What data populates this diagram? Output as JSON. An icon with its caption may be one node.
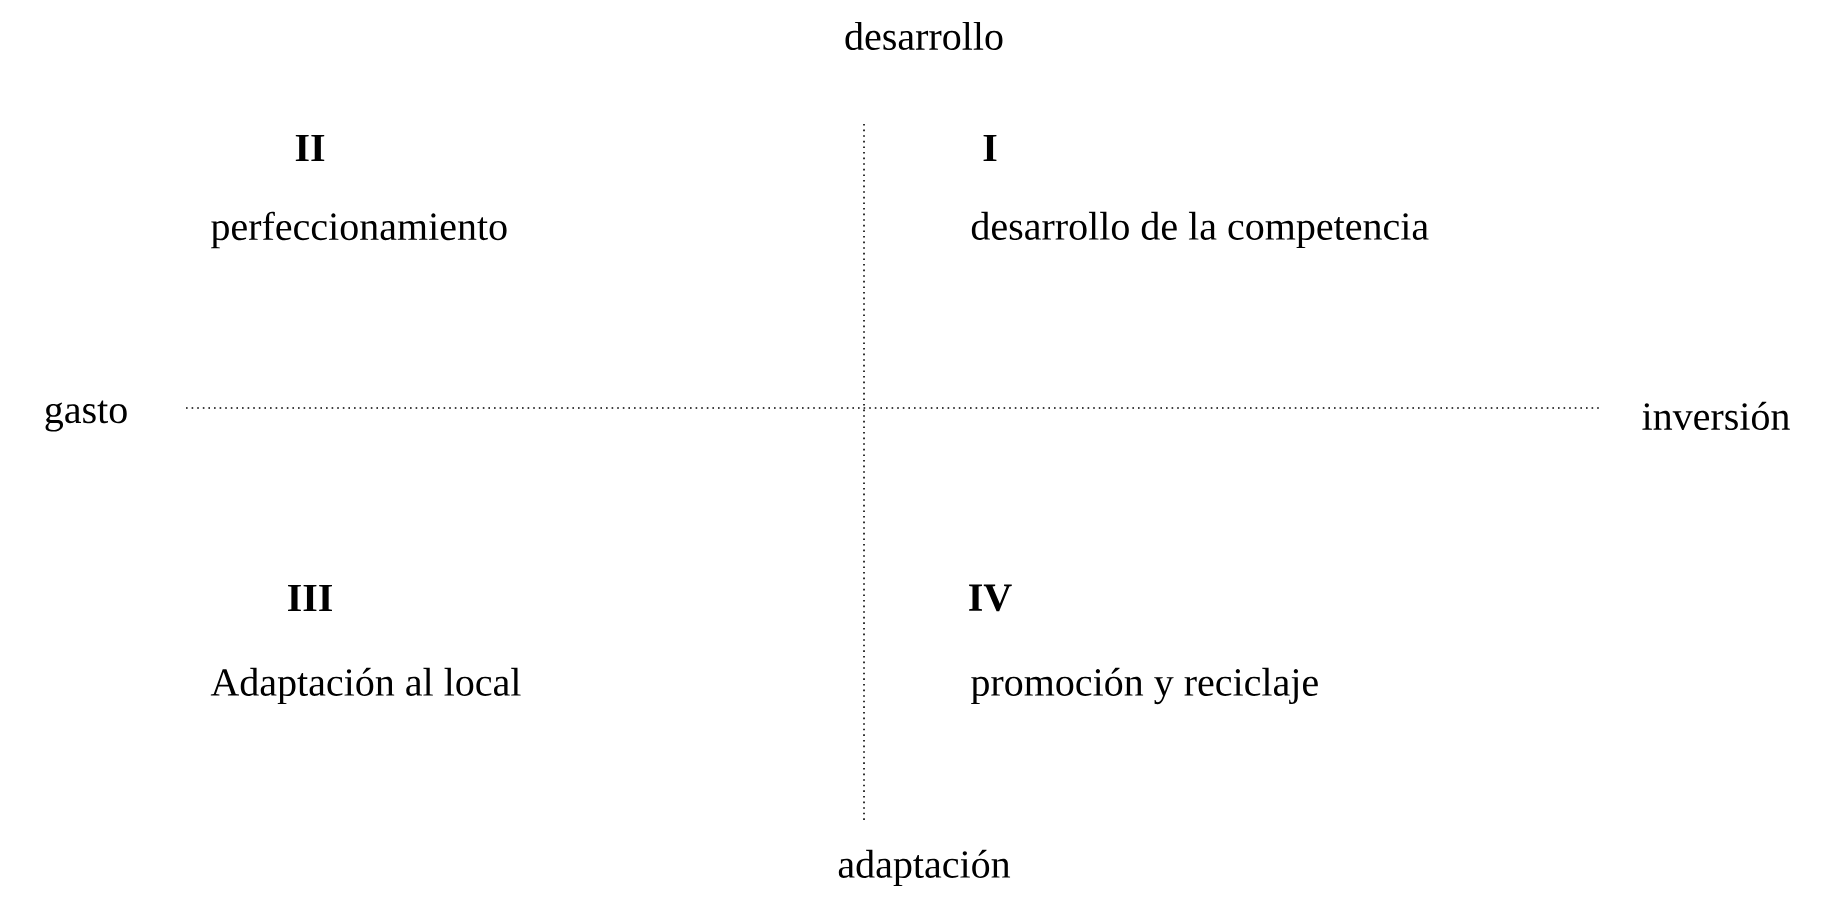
{
  "diagram": {
    "labels": [
      "desarrollo",
      "II",
      "I",
      "perfeccionamiento",
      "desarrollo de la competencia",
      "gasto",
      "inversión",
      "III",
      "IV",
      "Adaptación al local",
      "promoción y reciclaje",
      "adaptación"
    ]
  }
}
